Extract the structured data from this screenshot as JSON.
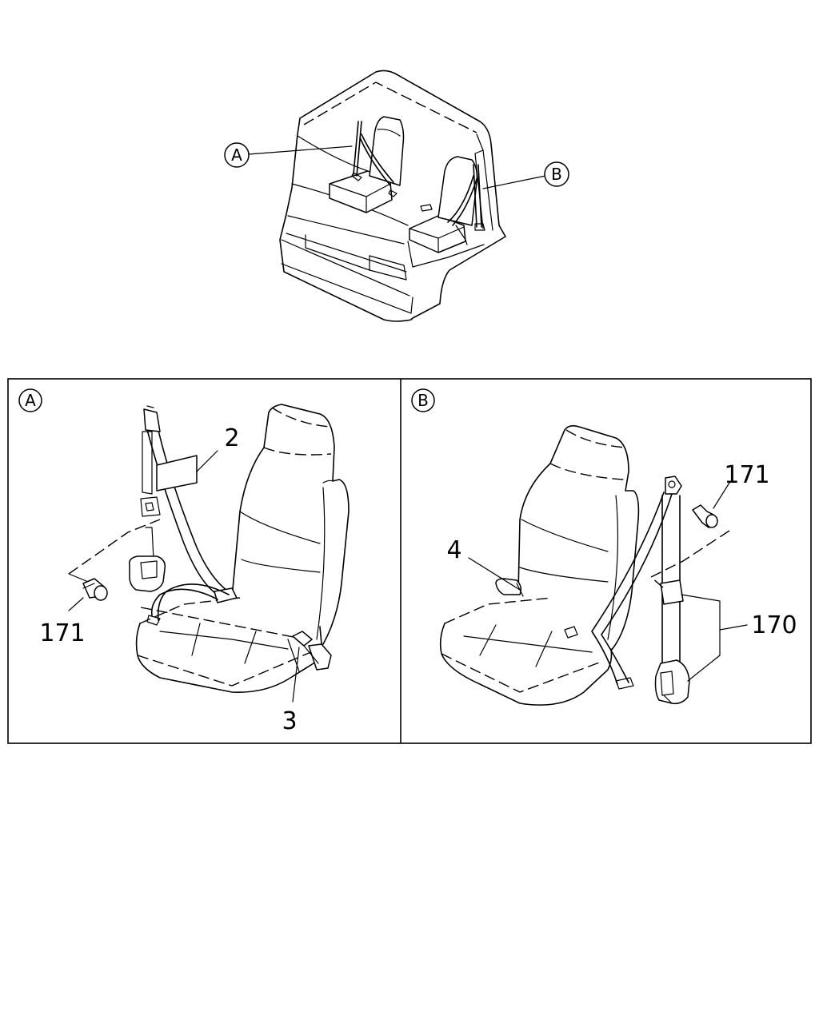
{
  "detail_refs": {
    "a": "A",
    "b": "B"
  },
  "panel_a": {
    "ref": "A",
    "callouts": {
      "upper_anchor": "2",
      "bolt": "171",
      "buckle": "3"
    }
  },
  "panel_b": {
    "ref": "B",
    "callouts": {
      "buckle": "4",
      "bolt": "171",
      "retractor_assembly": "170"
    }
  },
  "colors": {
    "line": "#000000",
    "background": "#ffffff"
  }
}
